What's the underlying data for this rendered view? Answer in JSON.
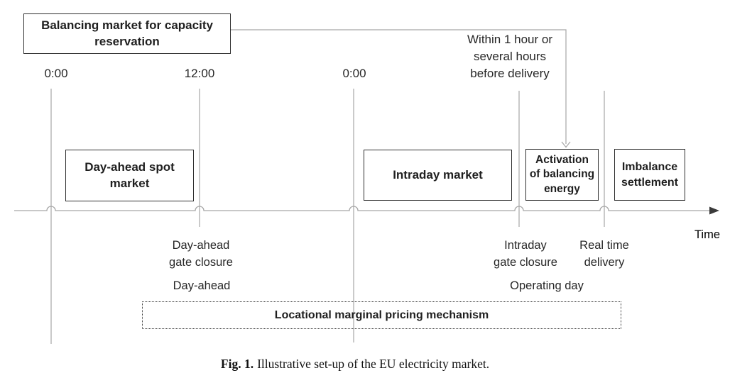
{
  "diagram": {
    "top_box": {
      "label": "Balancing market for capacity reservation"
    },
    "annotation": {
      "text": "Within 1 hour or\nseveral hours\nbefore delivery"
    },
    "time_labels": [
      {
        "text": "0:00"
      },
      {
        "text": "12:00"
      },
      {
        "text": "0:00"
      }
    ],
    "market_boxes": [
      {
        "label": "Day-ahead spot market"
      },
      {
        "label": "Intraday market"
      },
      {
        "label": "Activation\nof balancing\nenergy"
      },
      {
        "label": "Imbalance\nsettlement"
      }
    ],
    "milestones": [
      {
        "label": "Day-ahead\ngate closure"
      },
      {
        "label": "Intraday\ngate closure"
      },
      {
        "label": "Real time\ndelivery"
      }
    ],
    "period_labels": [
      {
        "text": "Day-ahead"
      },
      {
        "text": "Operating day"
      }
    ],
    "dotted_box": {
      "label": "Locational marginal pricing mechanism"
    },
    "axis_label": "Time",
    "colors": {
      "line_gray": "#a6a6a6",
      "box_border": "#2f2f2f",
      "text_dark": "#262626"
    }
  },
  "caption": {
    "prefix": "Fig. 1.",
    "text": "Illustrative set-up of the EU electricity market."
  }
}
